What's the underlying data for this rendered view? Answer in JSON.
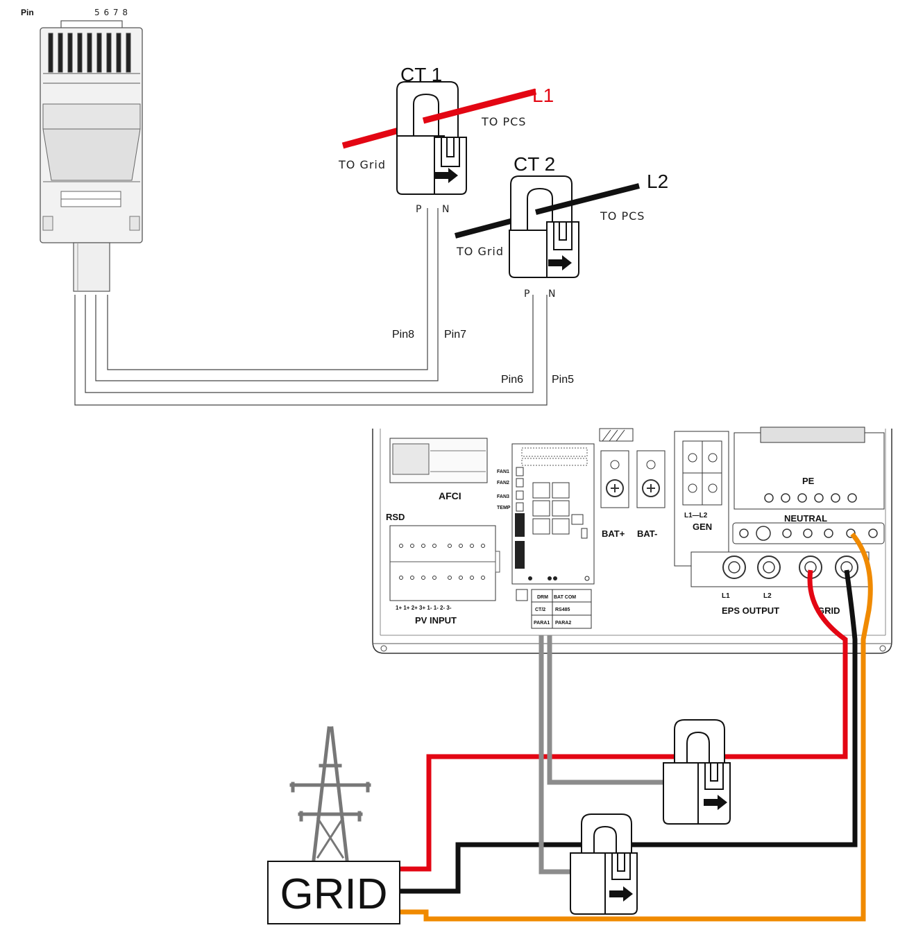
{
  "connector": {
    "pin_label": "Pin",
    "pin_numbers": "5 6 7 8"
  },
  "ct1": {
    "title": "CT 1",
    "line_label": "L1",
    "to_pcs": "TO PCS",
    "to_grid": "TO Grid",
    "p": "P",
    "n": "N",
    "pin_p": "Pin8",
    "pin_n": "Pin7"
  },
  "ct2": {
    "title": "CT 2",
    "line_label": "L2",
    "to_pcs": "TO PCS",
    "to_grid": "TO Grid",
    "p": "P",
    "n": "N",
    "pin_p": "Pin6",
    "pin_n": "Pin5"
  },
  "inverter": {
    "afci": "AFCI",
    "rsd": "RSD",
    "pv_input": "PV INPUT",
    "pv_terminals": "1+  1+  2+  3+    1-   1-   2-   3-",
    "fan1": "FAN1",
    "fan2": "FAN2",
    "fan3": "FAN3",
    "temp": "TEMP",
    "bat_plus": "BAT+",
    "bat_minus": "BAT-",
    "gen": "GEN",
    "gen_l1_l2": "L1—L2",
    "pe": "PE",
    "neutral": "NEUTRAL",
    "eps_output": "EPS OUTPUT",
    "eps_l1": "L1",
    "eps_l2": "L2",
    "grid_label": "GRID",
    "com_ports": [
      "DRM",
      "BAT COM",
      "CT/2",
      "RS485",
      "PARA1",
      "PARA2"
    ]
  },
  "grid_box": {
    "label": "GRID"
  },
  "colors": {
    "l1_wire": "#e30613",
    "l2_wire": "#111111",
    "neutral_wire": "#f08a00",
    "ct_signal_wire": "#8c8c8c",
    "l1_text": "#e30613"
  }
}
